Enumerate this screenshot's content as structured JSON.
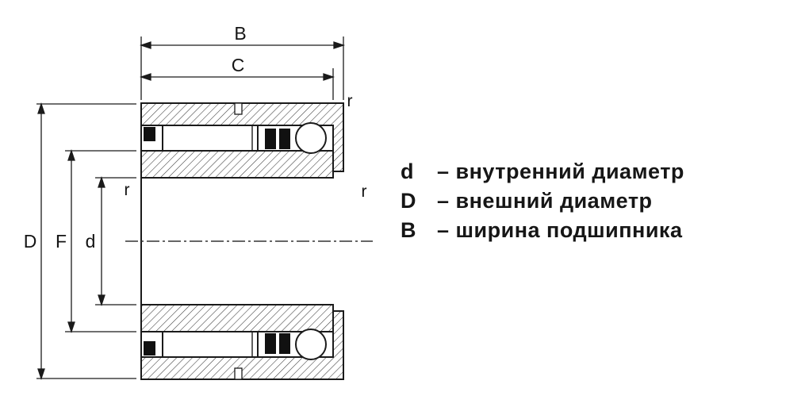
{
  "diagram": {
    "title": "bearing-cross-section",
    "dimensions": {
      "B": "B",
      "C": "C",
      "D": "D",
      "F": "F",
      "d": "d",
      "r_top_right": "r",
      "r_left": "r",
      "r_right": "r"
    },
    "legend": [
      {
        "symbol": "d",
        "label": "– внутренний диаметр"
      },
      {
        "symbol": "D",
        "label": "– внешний диаметр"
      },
      {
        "symbol": "B",
        "label": "– ширина подшипника"
      }
    ],
    "colors": {
      "line": "#1b1b1b",
      "hatch": "#3a3a3a",
      "text": "#161616",
      "background": "#ffffff"
    }
  }
}
